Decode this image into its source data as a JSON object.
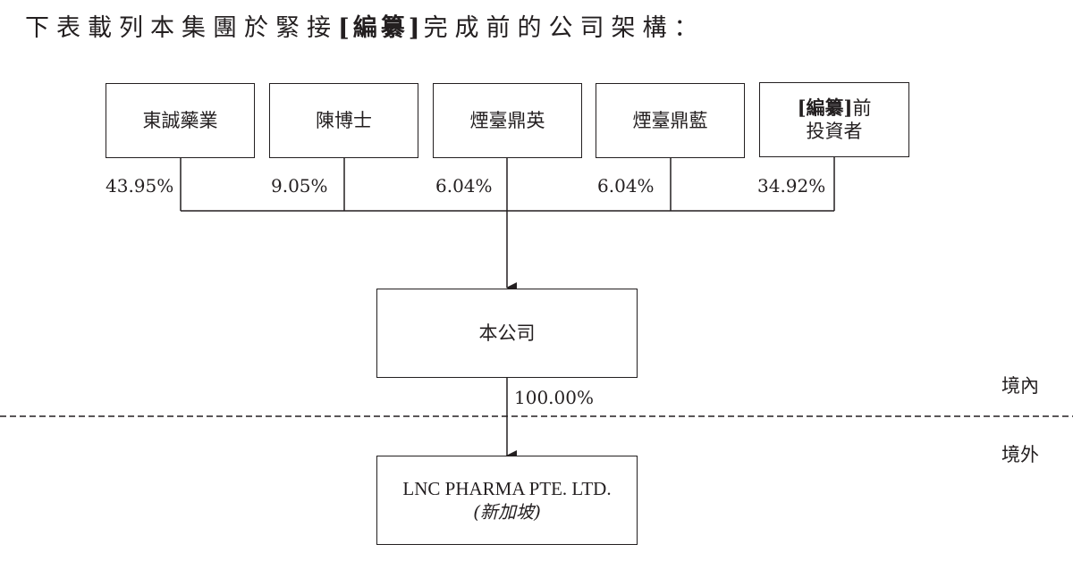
{
  "title": {
    "before": "下表載列本集團於緊接",
    "redacted": "[編纂]",
    "after": "完成前的公司架構："
  },
  "shareholders": [
    {
      "name": "東誠藥業",
      "percent": "43.95%"
    },
    {
      "name": "陳博士",
      "percent": "9.05%"
    },
    {
      "name": "煙臺鼎英",
      "percent": "6.04%"
    },
    {
      "name": "煙臺鼎藍",
      "percent": "6.04%"
    },
    {
      "name_redacted": "[編纂]",
      "name_suffix": "前",
      "name_line2": "投資者",
      "percent": "34.92%"
    }
  ],
  "company": {
    "name": "本公司",
    "subsidiary_percent": "100.00%"
  },
  "subsidiary": {
    "name": "LNC PHARMA PTE. LTD.",
    "location": "(新加坡)"
  },
  "regions": {
    "domestic": "境內",
    "overseas": "境外"
  }
}
